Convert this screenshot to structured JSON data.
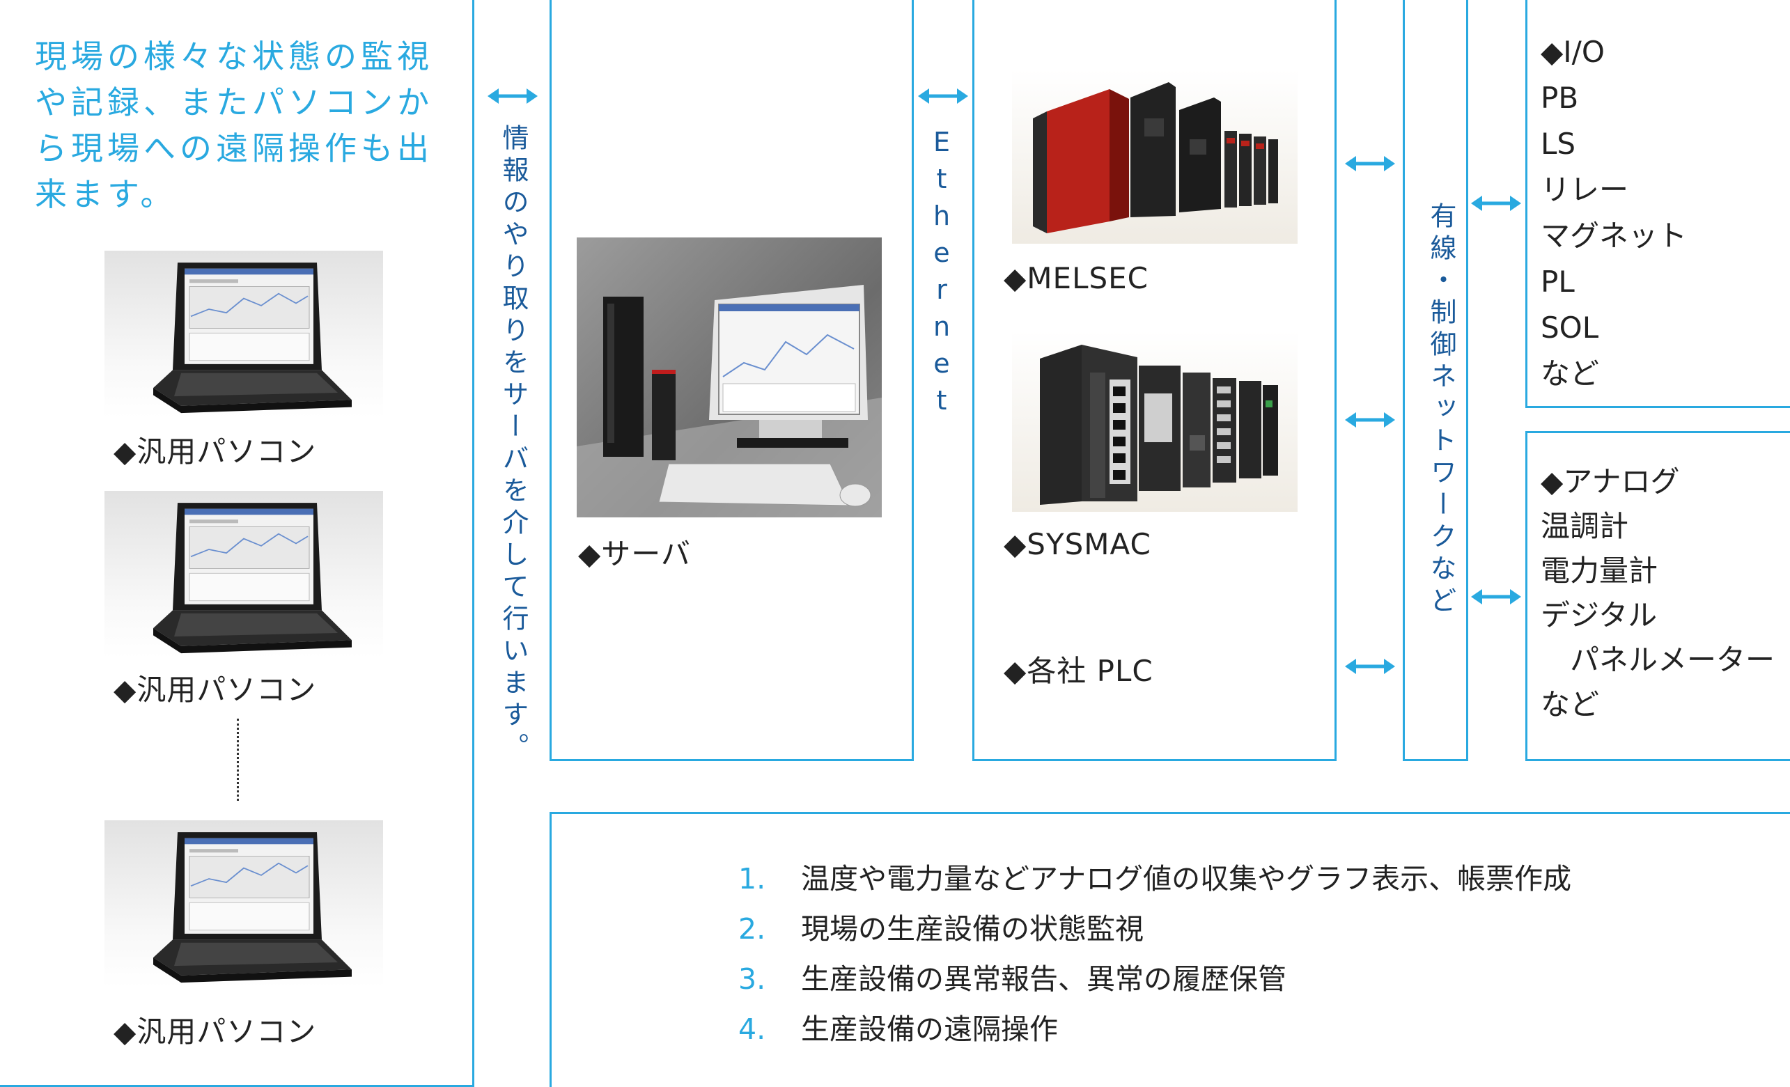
{
  "intro": "現場の様々な状態の監視や記録、またパソコンから現場への遠隔操作も出来ます。",
  "pc_label_1": "◆汎用パソコン",
  "pc_label_2": "◆汎用パソコン",
  "pc_label_3": "◆汎用パソコン",
  "info_exchange": "情報のやり取りをサーバを介して行います。",
  "server_label": "◆サーバ",
  "ethernet": [
    "E",
    "t",
    "h",
    "e",
    "r",
    "n",
    "e",
    "t"
  ],
  "melsec_label": "◆MELSEC",
  "sysmac_label": "◆SYSMAC",
  "plc_label": "◆各社 PLC",
  "network": "有線・制御ネットワークなど",
  "io_list": [
    "◆I/O",
    "PB",
    "LS",
    "リレー",
    "マグネット",
    "PL",
    "SOL",
    "など"
  ],
  "analog_list": [
    "◆アナログ",
    "温調計",
    "電力量計",
    "デジタル",
    "　パネルメーター",
    "など"
  ],
  "tasks": [
    {
      "num": "1.",
      "text": "温度や電力量などアナログ値の収集やグラフ表示、帳票作成"
    },
    {
      "num": "2.",
      "text": "現場の生産設備の状態監視"
    },
    {
      "num": "3.",
      "text": "生産設備の異常報告、異常の履歴保管"
    },
    {
      "num": "4.",
      "text": "生産設備の遠隔操作"
    }
  ],
  "colors": {
    "accent": "#29a9e0",
    "vertical_text": "#1a5a9a"
  },
  "icons": [
    "laptop-icon",
    "server-icon",
    "melsec-plc-icon",
    "sysmac-plc-icon",
    "double-arrow-icon"
  ]
}
